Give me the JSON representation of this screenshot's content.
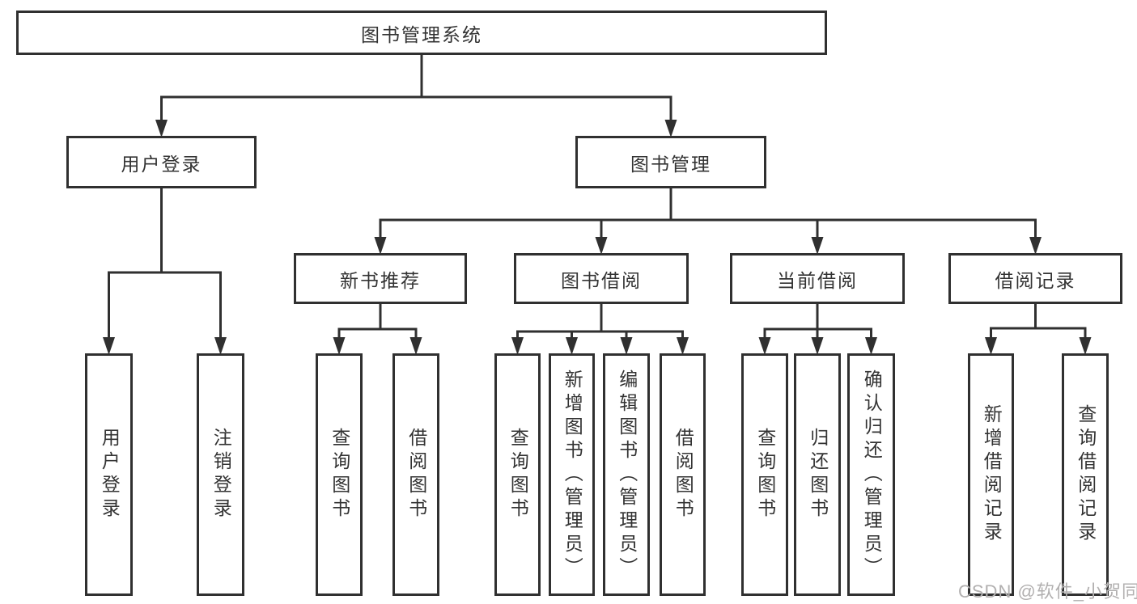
{
  "diagram": {
    "nodes": [
      {
        "id": "root",
        "label": "图书管理系统"
      },
      {
        "id": "user-login",
        "label": "用户登录"
      },
      {
        "id": "book-mgmt",
        "label": "图书管理"
      },
      {
        "id": "new-book-rec",
        "label": "新书推荐"
      },
      {
        "id": "book-borrow",
        "label": "图书借阅"
      },
      {
        "id": "current-borrow",
        "label": "当前借阅"
      },
      {
        "id": "borrow-record",
        "label": "借阅记录"
      },
      {
        "id": "leaf-user-login",
        "label": "用户登录"
      },
      {
        "id": "leaf-logout",
        "label": "注销登录"
      },
      {
        "id": "leaf-nbr-query",
        "label": "查询图书"
      },
      {
        "id": "leaf-nbr-borrow",
        "label": "借阅图书"
      },
      {
        "id": "leaf-bb-query",
        "label": "查询图书"
      },
      {
        "id": "leaf-bb-add",
        "label": "新增图书（管理员）"
      },
      {
        "id": "leaf-bb-edit",
        "label": "编辑图书（管理员）"
      },
      {
        "id": "leaf-bb-borrow",
        "label": "借阅图书"
      },
      {
        "id": "leaf-cb-query",
        "label": "查询图书"
      },
      {
        "id": "leaf-cb-return",
        "label": "归还图书"
      },
      {
        "id": "leaf-cb-confirm",
        "label": "确认归还（管理员）"
      },
      {
        "id": "leaf-br-add",
        "label": "新增借阅记录"
      },
      {
        "id": "leaf-br-query",
        "label": "查询借阅记录"
      }
    ],
    "hierarchy": [
      {
        "parent": "root",
        "children": [
          "user-login",
          "book-mgmt"
        ]
      },
      {
        "parent": "user-login",
        "children": [
          "leaf-user-login",
          "leaf-logout"
        ]
      },
      {
        "parent": "book-mgmt",
        "children": [
          "new-book-rec",
          "book-borrow",
          "current-borrow",
          "borrow-record"
        ]
      },
      {
        "parent": "new-book-rec",
        "children": [
          "leaf-nbr-query",
          "leaf-nbr-borrow"
        ]
      },
      {
        "parent": "book-borrow",
        "children": [
          "leaf-bb-query",
          "leaf-bb-add",
          "leaf-bb-edit",
          "leaf-bb-borrow"
        ]
      },
      {
        "parent": "current-borrow",
        "children": [
          "leaf-cb-query",
          "leaf-cb-return",
          "leaf-cb-confirm"
        ]
      },
      {
        "parent": "borrow-record",
        "children": [
          "leaf-br-add",
          "leaf-br-query"
        ]
      }
    ]
  },
  "watermark": {
    "text": "CSDN @软件_小贺同学"
  },
  "colors": {
    "line": "#303030",
    "text": "#333333",
    "watermark": "#b2b0b0",
    "background": "#ffffff"
  }
}
